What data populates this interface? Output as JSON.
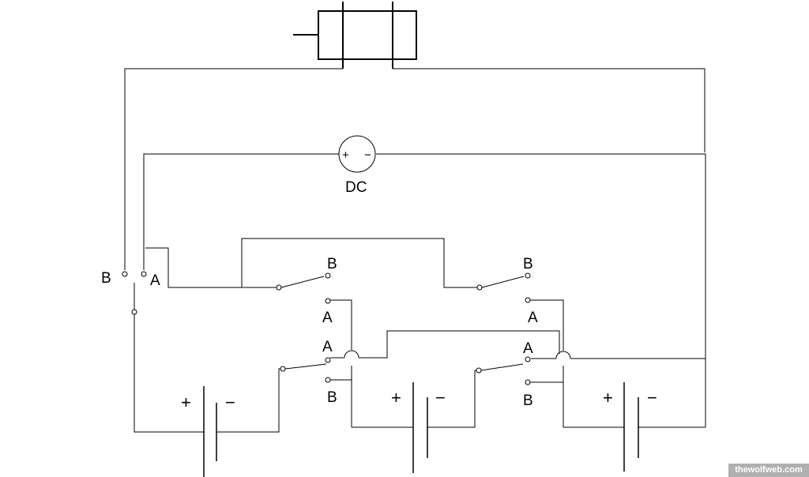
{
  "labels": {
    "dc": "DC",
    "b": "B",
    "a": "A",
    "plus": "+",
    "minus": "−"
  },
  "watermark": "thewolfweb.com"
}
